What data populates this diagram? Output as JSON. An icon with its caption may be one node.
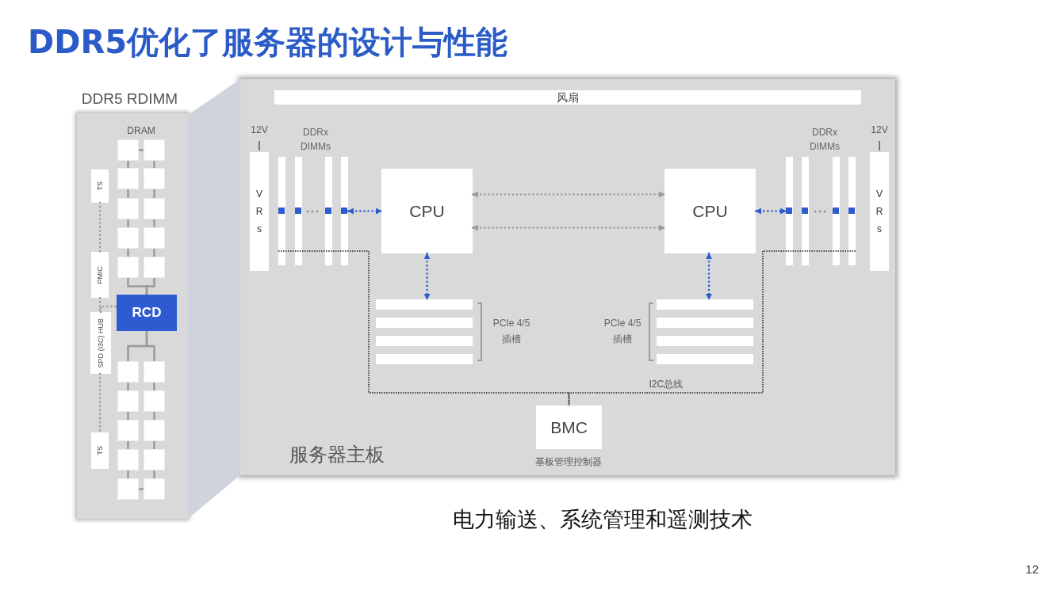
{
  "diagram": {
    "title": "DDR5优化了服务器的设计与性能",
    "nodes": [
      {
        "text": [
          "DDR5 RDIMM"
        ]
      },
      {
        "text": [
          "TS"
        ],
        "in": 0
      },
      {
        "text": [
          "PMIC"
        ],
        "in": 0
      },
      {
        "text": [
          "SPD (I3C) HUB"
        ],
        "in": 0
      },
      {
        "text": [
          "TS"
        ],
        "in": 0
      },
      {
        "text": [
          "RCD"
        ],
        "in": 0
      },
      {
        "text": [],
        "shape": "box",
        "in": 0
      },
      {
        "text": [],
        "shape": "box",
        "in": 0
      },
      {
        "text": [],
        "shape": "box",
        "in": 0
      },
      {
        "text": [],
        "shape": "box",
        "in": 0
      },
      {
        "text": [],
        "shape": "box",
        "in": 0
      },
      {
        "text": [],
        "shape": "box",
        "in": 0
      },
      {
        "text": [],
        "shape": "box",
        "in": 0
      },
      {
        "text": [],
        "shape": "box",
        "in": 0
      },
      {
        "text": [],
        "shape": "box",
        "in": 0
      },
      {
        "text": [],
        "shape": "box",
        "in": 0
      },
      {
        "text": [],
        "shape": "box",
        "in": 0
      },
      {
        "text": [],
        "shape": "box",
        "in": 0
      },
      {
        "text": [],
        "shape": "box",
        "in": 0
      },
      {
        "text": [],
        "shape": "box",
        "in": 0
      },
      {
        "text": [],
        "shape": "box",
        "in": 0
      },
      {
        "text": [],
        "shape": "box",
        "in": 0
      },
      {
        "text": [],
        "shape": "box",
        "in": 0
      },
      {
        "text": [],
        "shape": "box",
        "in": 0
      },
      {
        "text": [],
        "shape": "box",
        "in": 0
      },
      {
        "text": [],
        "shape": "box",
        "in": 0
      },
      {
        "text": [
          "服务器主板"
        ]
      },
      {
        "text": [
          "风扇"
        ],
        "in": 26
      },
      {
        "text": [
          "VRs"
        ],
        "in": 26
      },
      {
        "text": [],
        "shape": "bar",
        "in": 26
      },
      {
        "text": [],
        "shape": "bar",
        "in": 26
      },
      {
        "text": [],
        "shape": "bar",
        "in": 26
      },
      {
        "text": [],
        "shape": "bar",
        "in": 26
      },
      {
        "text": [
          "CPU"
        ],
        "in": 26
      },
      {
        "text": [
          "CPU"
        ],
        "in": 26
      },
      {
        "text": [],
        "shape": "bar",
        "in": 26
      },
      {
        "text": [],
        "shape": "bar",
        "in": 26
      },
      {
        "text": [],
        "shape": "bar",
        "in": 26
      },
      {
        "text": [],
        "shape": "bar",
        "in": 26
      },
      {
        "text": [
          "VRs"
        ],
        "in": 26
      },
      {
        "text": [],
        "shape": "bar",
        "in": 26
      },
      {
        "text": [],
        "shape": "bar",
        "in": 26
      },
      {
        "text": [],
        "shape": "bar",
        "in": 26
      },
      {
        "text": [],
        "shape": "bar",
        "in": 26
      },
      {
        "text": [],
        "shape": "bar",
        "in": 26
      },
      {
        "text": [],
        "shape": "bar",
        "in": 26
      },
      {
        "text": [],
        "shape": "bar",
        "in": 26
      },
      {
        "text": [],
        "shape": "bar",
        "in": 26
      },
      {
        "text": [
          "BMC"
        ],
        "beside": [
          "基板管理控制器"
        ],
        "in": 26
      },
      {
        "text": [],
        "shape": "trapezoid"
      }
    ],
    "edges": [
      {
        "from": 6,
        "to": 7,
        "arrow": "none"
      },
      {
        "from": 6,
        "to": 8,
        "arrow": "none"
      },
      {
        "from": 8,
        "to": 10,
        "arrow": "none"
      },
      {
        "from": 10,
        "to": 12,
        "arrow": "none"
      },
      {
        "from": 12,
        "to": 14,
        "arrow": "none"
      },
      {
        "from": 7,
        "to": 9,
        "arrow": "none"
      },
      {
        "from": 9,
        "to": 11,
        "arrow": "none"
      },
      {
        "from": 11,
        "to": 13,
        "arrow": "none"
      },
      {
        "from": 13,
        "to": 15,
        "arrow": "none"
      },
      {
        "from": 5,
        "to": 14,
        "arrow": "none"
      },
      {
        "from": 5,
        "to": 15,
        "arrow": "none"
      },
      {
        "from": 5,
        "to": 16,
        "arrow": "none"
      },
      {
        "from": 5,
        "to": 17,
        "arrow": "none"
      },
      {
        "from": 16,
        "to": 18,
        "arrow": "none"
      },
      {
        "from": 18,
        "to": 20,
        "arrow": "none"
      },
      {
        "from": 20,
        "to": 22,
        "arrow": "none"
      },
      {
        "from": 22,
        "to": 24,
        "arrow": "none"
      },
      {
        "from": 17,
        "to": 19,
        "arrow": "none"
      },
      {
        "from": 19,
        "to": 21,
        "arrow": "none"
      },
      {
        "from": 21,
        "to": 23,
        "arrow": "none"
      },
      {
        "from": 23,
        "to": 25,
        "arrow": "none"
      },
      {
        "from": 24,
        "to": 25,
        "arrow": "none"
      },
      {
        "from": 1,
        "to": 2,
        "arrow": "none",
        "style": "dashed"
      },
      {
        "from": 2,
        "to": 3,
        "arrow": "none",
        "style": "dashed"
      },
      {
        "from": 3,
        "to": 4,
        "arrow": "none",
        "style": "dashed"
      },
      {
        "from": 3,
        "to": 5,
        "arrow": "none",
        "style": "dashed"
      },
      {
        "from": 32,
        "to": 33,
        "arrow": "both",
        "style": "dashed",
        "color": "#2e5bd0"
      },
      {
        "from": 33,
        "to": 34,
        "arrow": "both",
        "style": "dashed"
      },
      {
        "from": 33,
        "to": 34,
        "arrow": "both",
        "style": "dashed"
      },
      {
        "from": 34,
        "to": 35,
        "arrow": "both",
        "style": "dashed",
        "color": "#2e5bd0"
      },
      {
        "from": 33,
        "to": 40,
        "arrow": "both",
        "style": "dashed",
        "color": "#2e5bd0"
      },
      {
        "from": 34,
        "to": 44,
        "arrow": "both",
        "style": "dashed",
        "color": "#2e5bd0"
      },
      {
        "from": 29,
        "to": 48,
        "arrow": "none",
        "style": "dashed",
        "color": "#222222"
      },
      {
        "from": 38,
        "to": 48,
        "arrow": "none",
        "style": "dashed",
        "color": "#222222",
        "label": "I2C总线"
      }
    ],
    "labels": [
      "DRAM",
      "12V",
      "DDRx DIMMs",
      "DDRx DIMMs",
      "12V",
      "PCIe 4/5 插槽",
      "PCIe 4/5 插槽",
      "电力输送、系统管理和遥测技术",
      "12"
    ]
  }
}
